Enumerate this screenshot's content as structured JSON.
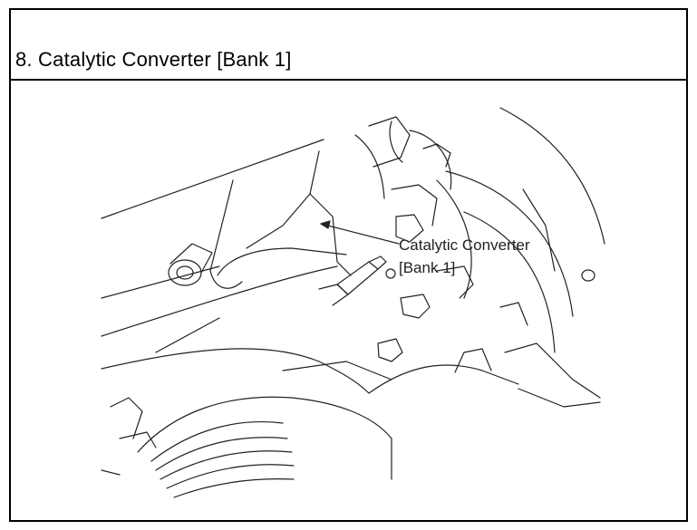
{
  "section_title": "8. Catalytic Converter [Bank 1]",
  "callout": {
    "line1": "Catalytic Converter",
    "line2": "[Bank 1]"
  }
}
